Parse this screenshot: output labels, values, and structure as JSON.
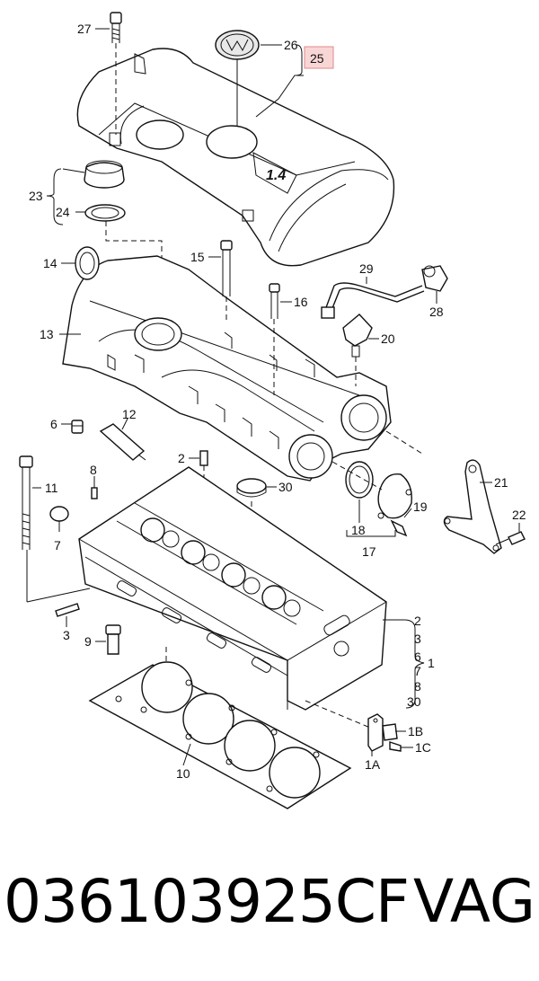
{
  "labels": {
    "l27": "27",
    "l26": "26",
    "l25": "25",
    "l23": "23",
    "l24": "24",
    "l14": "14",
    "l15": "15",
    "l16": "16",
    "l29": "29",
    "l28": "28",
    "l20": "20",
    "l13": "13",
    "l6": "6",
    "l12": "12",
    "l2": "2",
    "l11": "11",
    "l8": "8",
    "l30": "30",
    "l21": "21",
    "l7": "7",
    "l19": "19",
    "l22": "22",
    "l18": "18",
    "l17": "17",
    "l3": "3",
    "l9": "9",
    "l1": "1",
    "l10": "10",
    "l1A": "1A",
    "l1B": "1B",
    "l1C": "1C",
    "g2": "2",
    "g3": "3",
    "g6": "6",
    "g7": "7",
    "g8": "8",
    "g30": "30"
  },
  "cover_badge": "1.4",
  "footer": {
    "part_number": "036103925CF",
    "brand": "VAG"
  },
  "colors": {
    "highlight_fill": "#f9d6d6",
    "highlight_stroke": "#e08a8a",
    "line": "#111111"
  }
}
